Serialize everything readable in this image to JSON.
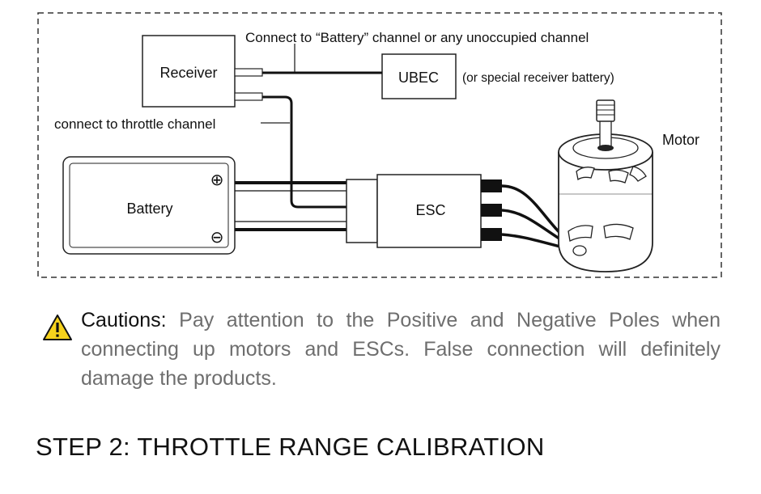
{
  "diagram": {
    "receiver_label": "Receiver",
    "battery_label": "Battery",
    "ubec_label": "UBEC",
    "esc_label": "ESC",
    "motor_label": "Motor",
    "connect_battery_note": "Connect to “Battery” channel or any unoccupied channel",
    "ubec_note": "(or special receiver battery)",
    "throttle_note": "connect to throttle channel",
    "positive_symbol": "⊕",
    "negative_symbol": "⊖"
  },
  "caution": {
    "icon": "warning-triangle-icon",
    "label": "Cautions:",
    "text": "Pay attention to the Positive and Negative Poles when connecting up motors and ESCs. False connection will definitely damage the products."
  },
  "step": {
    "title": "STEP 2: THROTTLE RANGE CALIBRATION"
  }
}
